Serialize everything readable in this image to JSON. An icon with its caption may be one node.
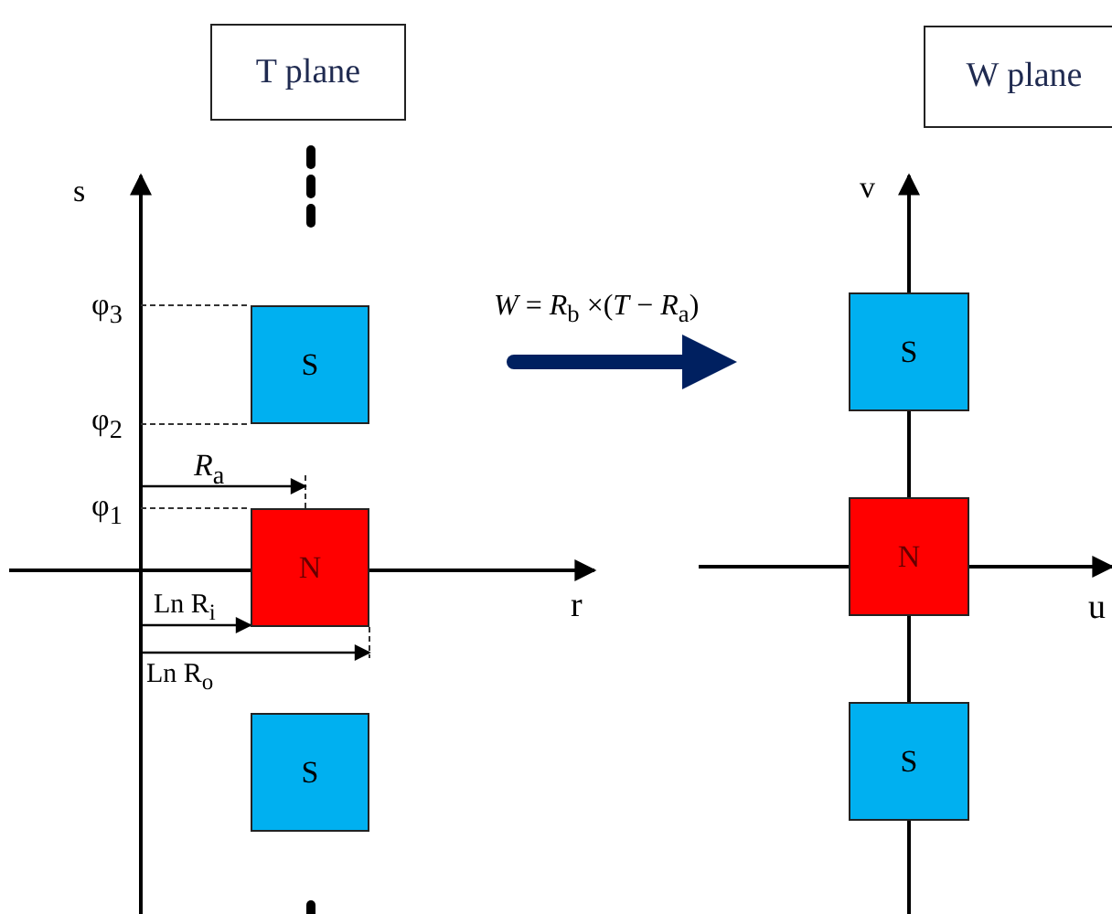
{
  "diagram": {
    "nodes": [
      {
        "text": [
          "T plane"
        ]
      },
      {
        "text": [
          "W plane"
        ]
      },
      {
        "text": [
          "S"
        ]
      },
      {
        "text": [
          "N"
        ]
      },
      {
        "text": [
          "S"
        ]
      },
      {
        "text": [
          "S"
        ]
      },
      {
        "text": [
          "N"
        ]
      },
      {
        "text": [
          "S"
        ]
      }
    ],
    "labels": [
      "s",
      "v",
      "φ$_{3}$",
      "*W* = *R*$_{b}$ ×(*T* − *R*$_{a}$)",
      "φ$_{2}$",
      "*R*$_{a}$",
      "φ$_{1}$",
      "r",
      "u",
      "Ln R$_{i}$",
      "Ln R$_{o}$"
    ]
  }
}
